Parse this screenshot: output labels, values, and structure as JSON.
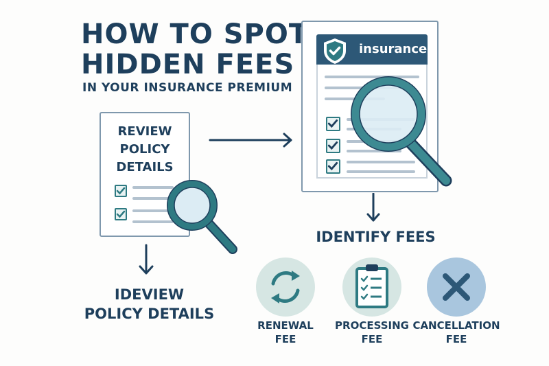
{
  "header": {
    "title_line1": "HOW TO SPOT",
    "title_line2": "HIDDEN FEES",
    "subtitle": "IN YOUR INSURANCE PREMIUM"
  },
  "left_document": {
    "title_line1": "REVIEW",
    "title_line2": "POLICY",
    "title_line3": "DETAILS",
    "checked_items": 2
  },
  "left_step": {
    "label_line1": "IDEVIEW",
    "label_line2": "POLICY DETAILS"
  },
  "right_document": {
    "header_label": "insurance",
    "checked_items": 3
  },
  "right_step": {
    "label": "IDENTIFY FEES"
  },
  "fees": [
    {
      "icon": "renewal-cycle-icon",
      "line1": "RENEWAL",
      "line2": "FEE",
      "color": "#d6e6e3"
    },
    {
      "icon": "clipboard-checklist-icon",
      "line1": "PROCESSING",
      "line2": "FEE",
      "color": "#d6e6e3"
    },
    {
      "icon": "x-cancel-icon",
      "line1": "CANCELLATION",
      "line2": "FEE",
      "color": "#a9c6de"
    }
  ],
  "colors": {
    "navy": "#1e3f5c",
    "teal": "#2e7a82",
    "lens": "#dcecf4",
    "doc_border": "#7f98ad",
    "line_gray": "#b3c2cf"
  }
}
